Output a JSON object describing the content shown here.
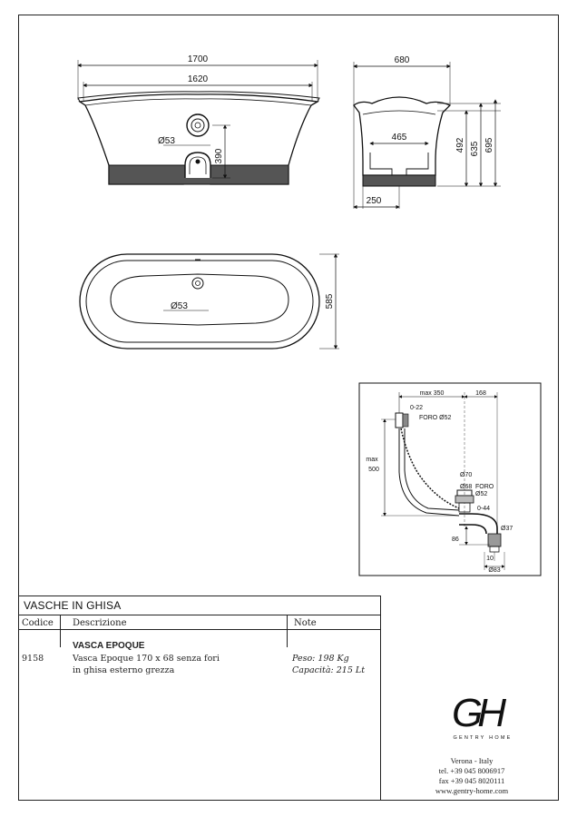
{
  "drawing": {
    "side_view": {
      "total_length": "1700",
      "inner_length": "1620",
      "hole_diameter": "Ø53",
      "hole_height": "390"
    },
    "end_view": {
      "total_width": "680",
      "inner_width": "465",
      "height_1": "492",
      "height_2": "635",
      "height_3": "695",
      "base_depth": "250"
    },
    "top_view": {
      "width": "585",
      "drain_diameter": "Ø53"
    },
    "drain_detail": {
      "max_350": "max 350",
      "dim_168": "168",
      "range_0_22": "0-22",
      "foro_52_top": "FORO Ø52",
      "max_500": "max\n500",
      "max_label": "max",
      "val_500": "500",
      "d70": "Ø70",
      "d68": "Ø68",
      "foro": "FORO",
      "foro_52": "Ø52",
      "range_0_44": "0-44",
      "d37": "Ø37",
      "dim_86": "86",
      "dim_10": "10",
      "d83": "Ø83"
    }
  },
  "table": {
    "title": "VASCHE IN GHISA",
    "headers": {
      "code": "Codice",
      "description": "Descrizione",
      "note": "Note"
    },
    "row": {
      "code": "9158",
      "name": "VASCA EPOQUE",
      "desc_line1": "Vasca Epoque 170 x 68 senza fori",
      "desc_line2": "in ghisa esterno grezza",
      "note_line1": "Peso: 198 Kg",
      "note_line2": "Capacità: 215 Lt"
    }
  },
  "brand": {
    "logo_letters": "GH",
    "logo_caption": "GENTRY HOME",
    "city": "Verona - Italy",
    "tel": "tel. +39 045 8006917",
    "fax": "fax +39 045 8020111",
    "web": "www.gentry-home.com"
  }
}
